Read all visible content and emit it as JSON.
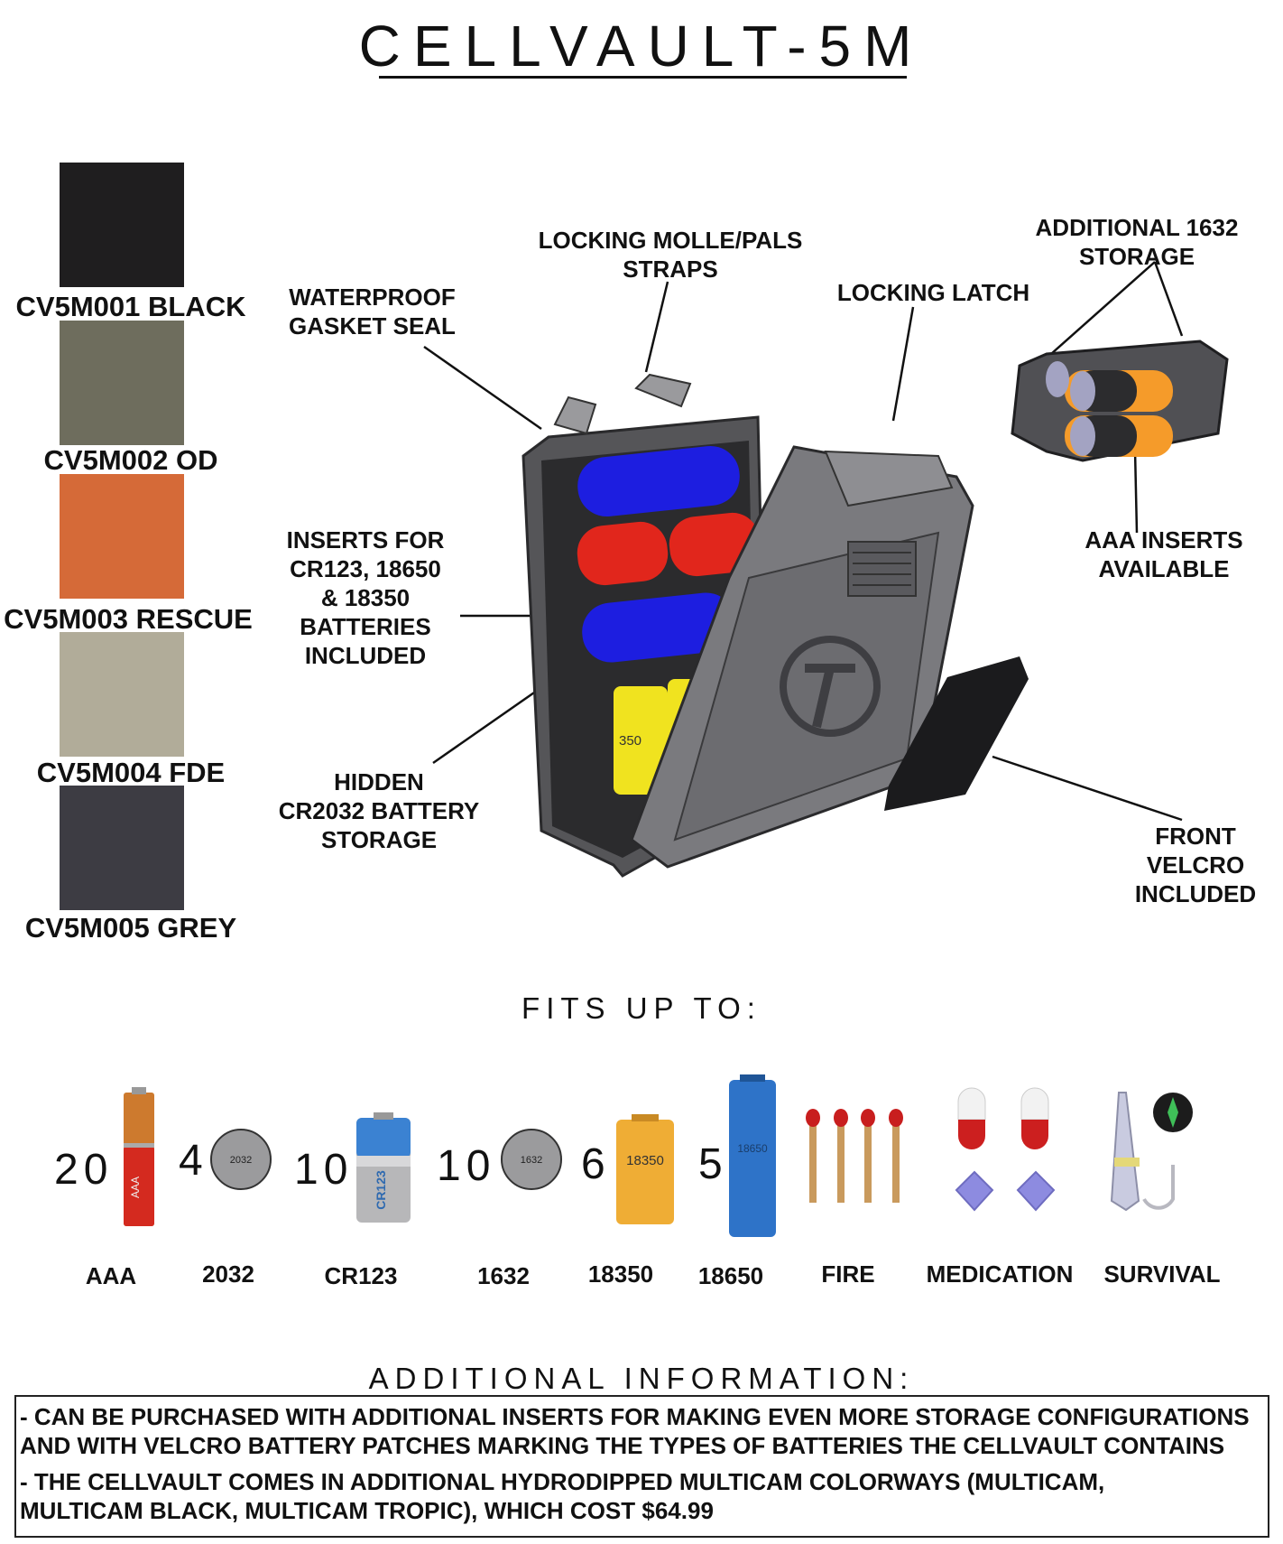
{
  "title": "CELLVAULT-5M",
  "colors": [
    {
      "label": "CV5M001 BLACK",
      "hex": "#1f1e1f"
    },
    {
      "label": "CV5M002 OD",
      "hex": "#6e6d5d"
    },
    {
      "label": "CV5M003 RESCUE",
      "hex": "#d56a38"
    },
    {
      "label": "CV5M004 FDE",
      "hex": "#b1ac99"
    },
    {
      "label": "CV5M005 GREY",
      "hex": "#3d3c43"
    }
  ],
  "callouts": {
    "molle": [
      "LOCKING MOLLE/PALS",
      "STRAPS"
    ],
    "gasket": [
      "WATERPROOF",
      "GASKET SEAL"
    ],
    "latch": "LOCKING LATCH",
    "storage1632": [
      "ADDITIONAL 1632",
      "STORAGE"
    ],
    "aaa": [
      "AAA INSERTS",
      "AVAILABLE"
    ],
    "inserts": [
      "INSERTS FOR",
      "CR123, 18650",
      "& 18350",
      "BATTERIES",
      "INCLUDED"
    ],
    "hidden": [
      "HIDDEN",
      "CR2032 BATTERY",
      "STORAGE"
    ],
    "velcro": [
      "FRONT",
      "VELCRO",
      "INCLUDED"
    ]
  },
  "illustration_text": {
    "cell_18350": "350",
    "aaa_icon": "AAA",
    "coin_2032": "2032",
    "cr123_icon": "CR123",
    "coin_1632": "1632",
    "cell_18350_icon": "18350",
    "cell_18650_icon": "18650"
  },
  "fits_heading": "FITS UP TO:",
  "fits": [
    {
      "count": "20",
      "label": "AAA",
      "icon": "aaa-battery"
    },
    {
      "count": "4",
      "label": "2032",
      "icon": "coin-cell-2032"
    },
    {
      "count": "10",
      "label": "CR123",
      "icon": "cr123-battery"
    },
    {
      "count": "10",
      "label": "1632",
      "icon": "coin-cell-1632"
    },
    {
      "count": "6",
      "label": "18350",
      "icon": "18350-battery"
    },
    {
      "count": "5",
      "label": "18650",
      "icon": "18650-battery"
    },
    {
      "count": "",
      "label": "FIRE",
      "icon": "matches"
    },
    {
      "count": "",
      "label": "MEDICATION",
      "icon": "pills"
    },
    {
      "count": "",
      "label": "SURVIVAL",
      "icon": "survival-kit"
    }
  ],
  "info_heading": "ADDITIONAL INFORMATION:",
  "info_lines": [
    [
      "- CAN BE PURCHASED WITH ADDITIONAL INSERTS FOR MAKING EVEN MORE STORAGE CONFIGURATIONS",
      "AND WITH VELCRO BATTERY PATCHES MARKING THE TYPES OF BATTERIES THE CELLVAULT CONTAINS"
    ],
    [
      "- THE CELLVAULT COMES IN ADDITIONAL HYDRODIPPED MULTICAM COLORWAYS (MULTICAM,",
      "MULTICAM BLACK, MULTICAM TROPIC), WHICH COST $64.99"
    ]
  ]
}
